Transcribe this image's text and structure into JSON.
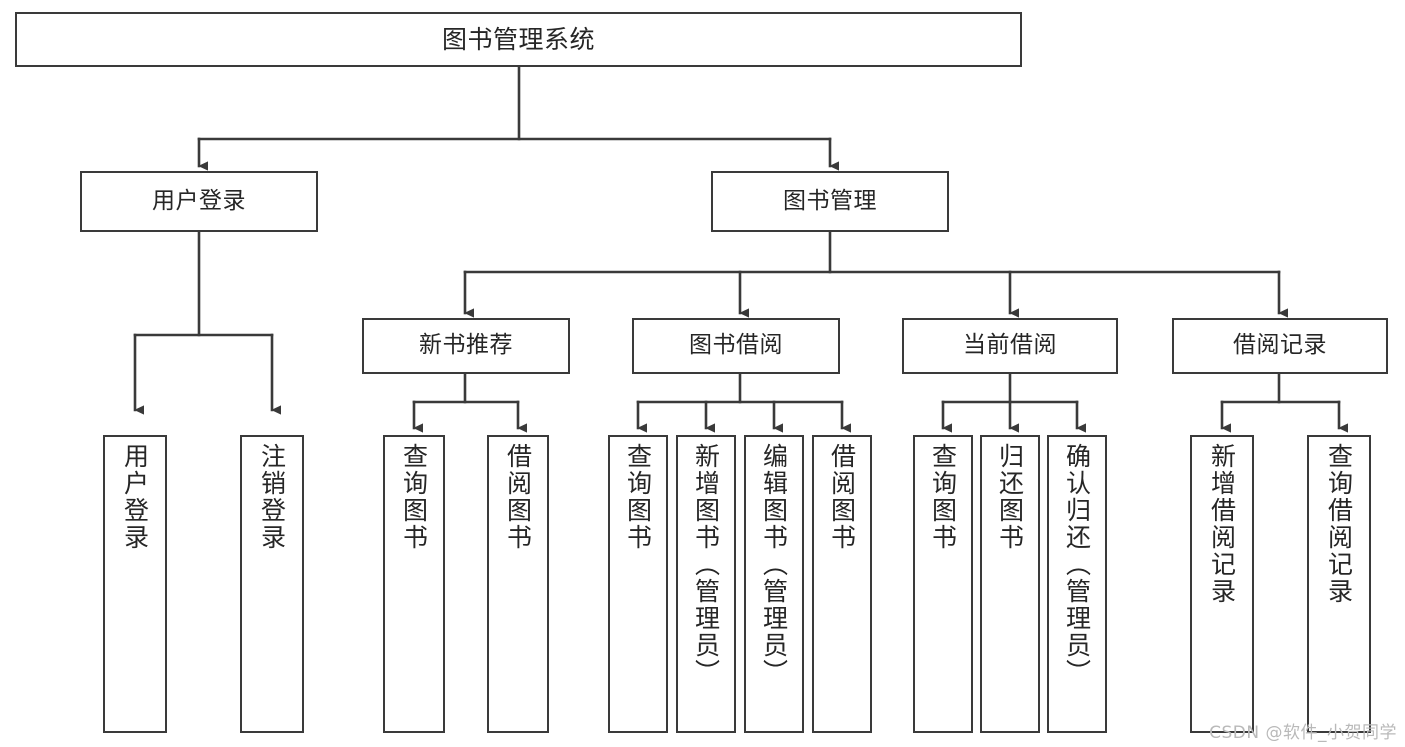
{
  "diagram": {
    "title": "图书管理系统",
    "type": "functional-structure-tree",
    "root": {
      "label": "图书管理系统"
    },
    "level2": [
      {
        "label": "用户登录"
      },
      {
        "label": "图书管理"
      }
    ],
    "level3": [
      {
        "label": "新书推荐"
      },
      {
        "label": "图书借阅"
      },
      {
        "label": "当前借阅"
      },
      {
        "label": "借阅记录"
      }
    ],
    "leaves": [
      {
        "label": "用户登录",
        "parent": "用户登录"
      },
      {
        "label": "注销登录",
        "parent": "用户登录"
      },
      {
        "label": "查询图书",
        "parent": "新书推荐"
      },
      {
        "label": "借阅图书",
        "parent": "新书推荐"
      },
      {
        "label": "查询图书",
        "parent": "图书借阅"
      },
      {
        "label": "新增图书（管理员）",
        "parent": "图书借阅"
      },
      {
        "label": "编辑图书（管理员）",
        "parent": "图书借阅"
      },
      {
        "label": "借阅图书",
        "parent": "图书借阅"
      },
      {
        "label": "查询图书",
        "parent": "当前借阅"
      },
      {
        "label": "归还图书",
        "parent": "当前借阅"
      },
      {
        "label": "确认归还（管理员）",
        "parent": "当前借阅"
      },
      {
        "label": "新增借阅记录",
        "parent": "借阅记录"
      },
      {
        "label": "查询借阅记录",
        "parent": "借阅记录"
      }
    ],
    "watermark": "CSDN @软件_小贺同学",
    "colors": {
      "stroke": "#3a3a3a",
      "text": "#262626",
      "background": "#ffffff",
      "watermark": "#b9b9b9"
    }
  }
}
